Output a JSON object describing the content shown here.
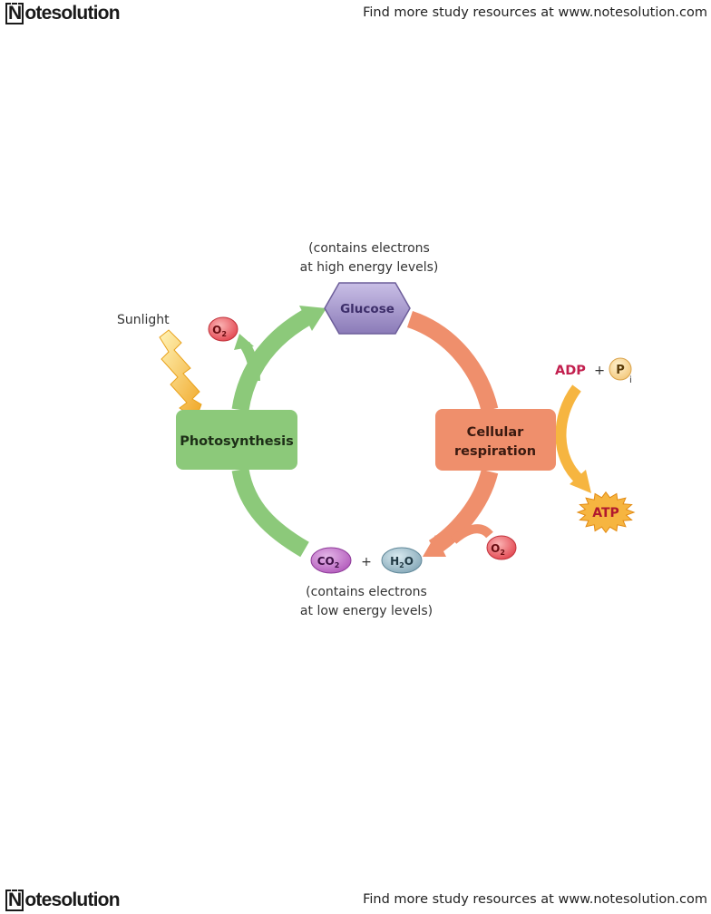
{
  "header": {
    "logo": "Notesolution",
    "link_text": "Find more study resources at www.notesolution.com"
  },
  "footer": {
    "logo": "Notesolution",
    "link_text": "Find more study resources at www.notesolution.com"
  },
  "diagram": {
    "glucose_note_line1": "(contains electrons",
    "glucose_note_line2": "at high energy levels)",
    "glucose": "Glucose",
    "sunlight": "Sunlight",
    "o2": "O",
    "o2_sub": "2",
    "photosynthesis": "Photosynthesis",
    "cellular_line1": "Cellular",
    "cellular_line2": "respiration",
    "adp": "ADP",
    "plus": "+",
    "p": "P",
    "p_sub": "i",
    "atp": "ATP",
    "co2": "CO",
    "co2_sub": "2",
    "h2o_h": "H",
    "h2o_sub": "2",
    "h2o_o": "O",
    "low_note_line1": "(contains electrons",
    "low_note_line2": "at low energy levels)",
    "colors": {
      "photosynthesis_green": "#8cc97a",
      "respiration_orange": "#ef8f6c",
      "glucose_purple": "#9d8ec4",
      "atp_yellow": "#f6b540",
      "adp_text": "#c21f4e",
      "o2_red": "#e7535a"
    }
  }
}
